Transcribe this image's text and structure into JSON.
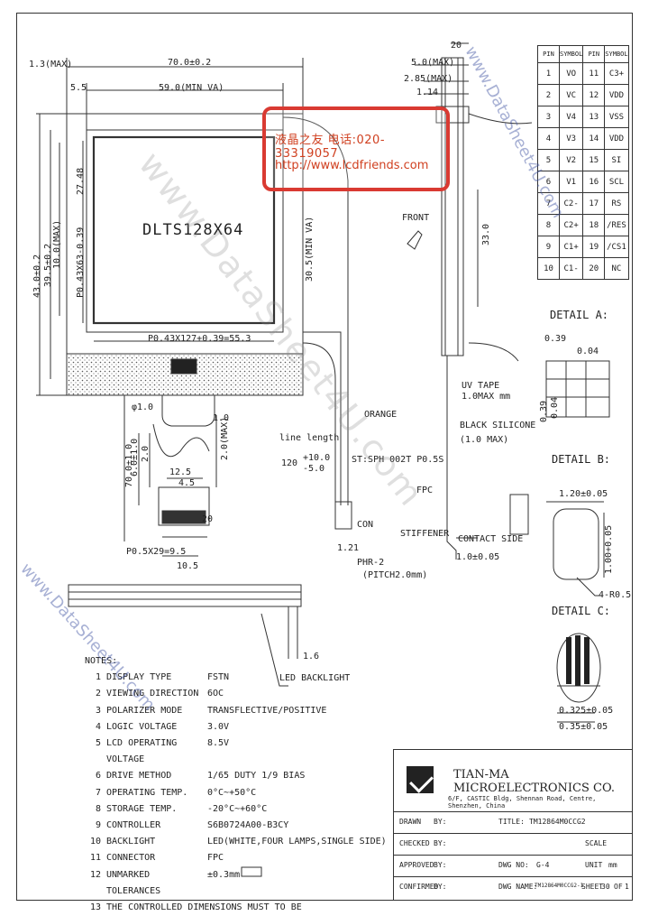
{
  "drawing": {
    "lcd_label": "DLTS128X64",
    "dims": {
      "width_outer": "70.0±0.2",
      "va_width": "59.0(MIN VA)",
      "height_outer": "43.0±0.2",
      "dim_3": "39.5±0.2",
      "dim_4": "27.48",
      "height_max": "10.0(MAX)",
      "va_height": "30.5(MIN VA)",
      "dot_v": "P0.43X63-0.39",
      "dot_h": "P0.43X127+0.39=55.3",
      "top_max": "1.3(MAX)",
      "top_5": "5.5",
      "fpc_20": "20",
      "fpc_50max": "5.0(MAX)",
      "fpc_285": "2.85(MAX)",
      "fpc_114": "1.14",
      "fpc_330": "33.0",
      "len_70": "70.0±1.0",
      "len_60": "6.0±1.0",
      "len_20": "2.0",
      "len_20max": "2.0(MAX)",
      "w_125": "12.5",
      "w_45": "4.5",
      "pitch": "P0.5X29=9.5",
      "w_105": "10.5",
      "d10": "φ1.0",
      "d08": "1.0",
      "len_120": "120",
      "len_120b": "+10.0",
      "len_120c": "-5.0",
      "dim_121": "1.21",
      "dim_103": "1.0±0.05",
      "dim_16": "1.6",
      "dim_20b": "20"
    },
    "callouts": {
      "orange": "ORANGE",
      "line_length": "line length",
      "st_sph": "ST:SPH 002T P0.5S",
      "fpc": "FPC",
      "conn": "CON",
      "phr": "PHR-2",
      "pitch2": "(PITCH2.0mm)",
      "stiffener": "STIFFENER",
      "contact_side": "CONTACT SIDE",
      "uv_tape": "UV TAPE",
      "uv_tape2": "1.0MAX mm",
      "black_silicone": "BLACK SILICONE",
      "black_silicone2": "(1.0 MAX)",
      "front": "FRONT",
      "led_backlight": "LED BACKLIGHT"
    },
    "details": {
      "a_title": "DETAIL  A:",
      "a_dim1": "0.39",
      "a_dim2": "0.04",
      "a_dim3": "0.39",
      "a_dim4": "0.04",
      "b_title": "DETAIL  B:",
      "b_dim1": "1.20±0.05",
      "b_dim2": "1.00+0.05",
      "b_dim3": "4-R0.5",
      "c_title": "DETAIL  C:",
      "c_dim1": "0.325±0.05",
      "c_dim2": "0.35±0.05"
    }
  },
  "pin_table": {
    "headers": [
      "PIN",
      "SYMBOL",
      "PIN",
      "SYMBOL"
    ],
    "rows": [
      [
        "1",
        "VO",
        "11",
        "C3+"
      ],
      [
        "2",
        "VC",
        "12",
        "VDD"
      ],
      [
        "3",
        "V4",
        "13",
        "VSS"
      ],
      [
        "4",
        "V3",
        "14",
        "VDD"
      ],
      [
        "5",
        "V2",
        "15",
        "SI"
      ],
      [
        "6",
        "V1",
        "16",
        "SCL"
      ],
      [
        "7",
        "C2-",
        "17",
        "RS"
      ],
      [
        "8",
        "C2+",
        "18",
        "/RES"
      ],
      [
        "9",
        "C1+",
        "19",
        "/CS1"
      ],
      [
        "10",
        "C1-",
        "20",
        "NC"
      ]
    ]
  },
  "notes": {
    "title": "NOTES:",
    "items": [
      {
        "n": "1",
        "label": "DISPLAY TYPE",
        "value": "FSTN"
      },
      {
        "n": "2",
        "label": "VIEWING DIRECTION",
        "value": "6OC"
      },
      {
        "n": "3",
        "label": "POLARIZER MODE",
        "value": "TRANSFLECTIVE/POSITIVE"
      },
      {
        "n": "4",
        "label": "LOGIC VOLTAGE",
        "value": "3.0V"
      },
      {
        "n": "5",
        "label": "LCD OPERATING VOLTAGE",
        "value": "8.5V"
      },
      {
        "n": "6",
        "label": "DRIVE METHOD",
        "value": "1/65 DUTY   1/9 BIAS"
      },
      {
        "n": "7",
        "label": "OPERATING TEMP.",
        "value": "0°C~+50°C"
      },
      {
        "n": "8",
        "label": "STORAGE TEMP.",
        "value": "-20°C~+60°C"
      },
      {
        "n": "9",
        "label": "CONTROLLER",
        "value": "S6B0724A00-B3CY"
      },
      {
        "n": "10",
        "label": "BACKLIGHT",
        "value": "LED(WHITE,FOUR LAMPS,SINGLE SIDE)"
      },
      {
        "n": "11",
        "label": "CONNECTOR",
        "value": "FPC"
      },
      {
        "n": "12",
        "label": "UNMARKED TOLERANCES",
        "value": "±0.3mm"
      },
      {
        "n": "13",
        "label": "THE CONTROLLED DIMENSIONS MUST TO BE",
        "value": ""
      }
    ]
  },
  "title_block": {
    "company": "TIAN-MA MICROELECTRONICS CO.",
    "address": "6/F, CASTIC Bldg, Shennan Road, Centre, Shenzhen, China",
    "drawn": "DRAWN",
    "by": "BY:",
    "checked": "CHECKED",
    "approved": "APPROVED",
    "confirmed": "CONFIRMED",
    "title_label": "TITLE:",
    "title_value": "TM12864M0CCG2",
    "dwg_no_label": "DWG  NO:",
    "dwg_no_value": "G-4",
    "dwg_name_label": "DWG  NAME:",
    "dwg_name_value": "TM12864M0CCG2-1",
    "sheet_label": "SHEET",
    "sheet_value": "30",
    "of_label": "OF",
    "of_value": "1",
    "scale_label": "SCALE",
    "unit_label": "UNIT",
    "unit_value": "mm"
  },
  "stamp": {
    "line1": "液晶之友  电话:020-33319057",
    "line2": "http://www.lcdfriends.com"
  },
  "watermarks": {
    "main": "www.DataSheet4U.com",
    "side": "www.DataSheet4U.com"
  },
  "colors": {
    "stamp_red": "#d93a32",
    "line": "#333333",
    "watermark_blue": "#3c50a0"
  }
}
